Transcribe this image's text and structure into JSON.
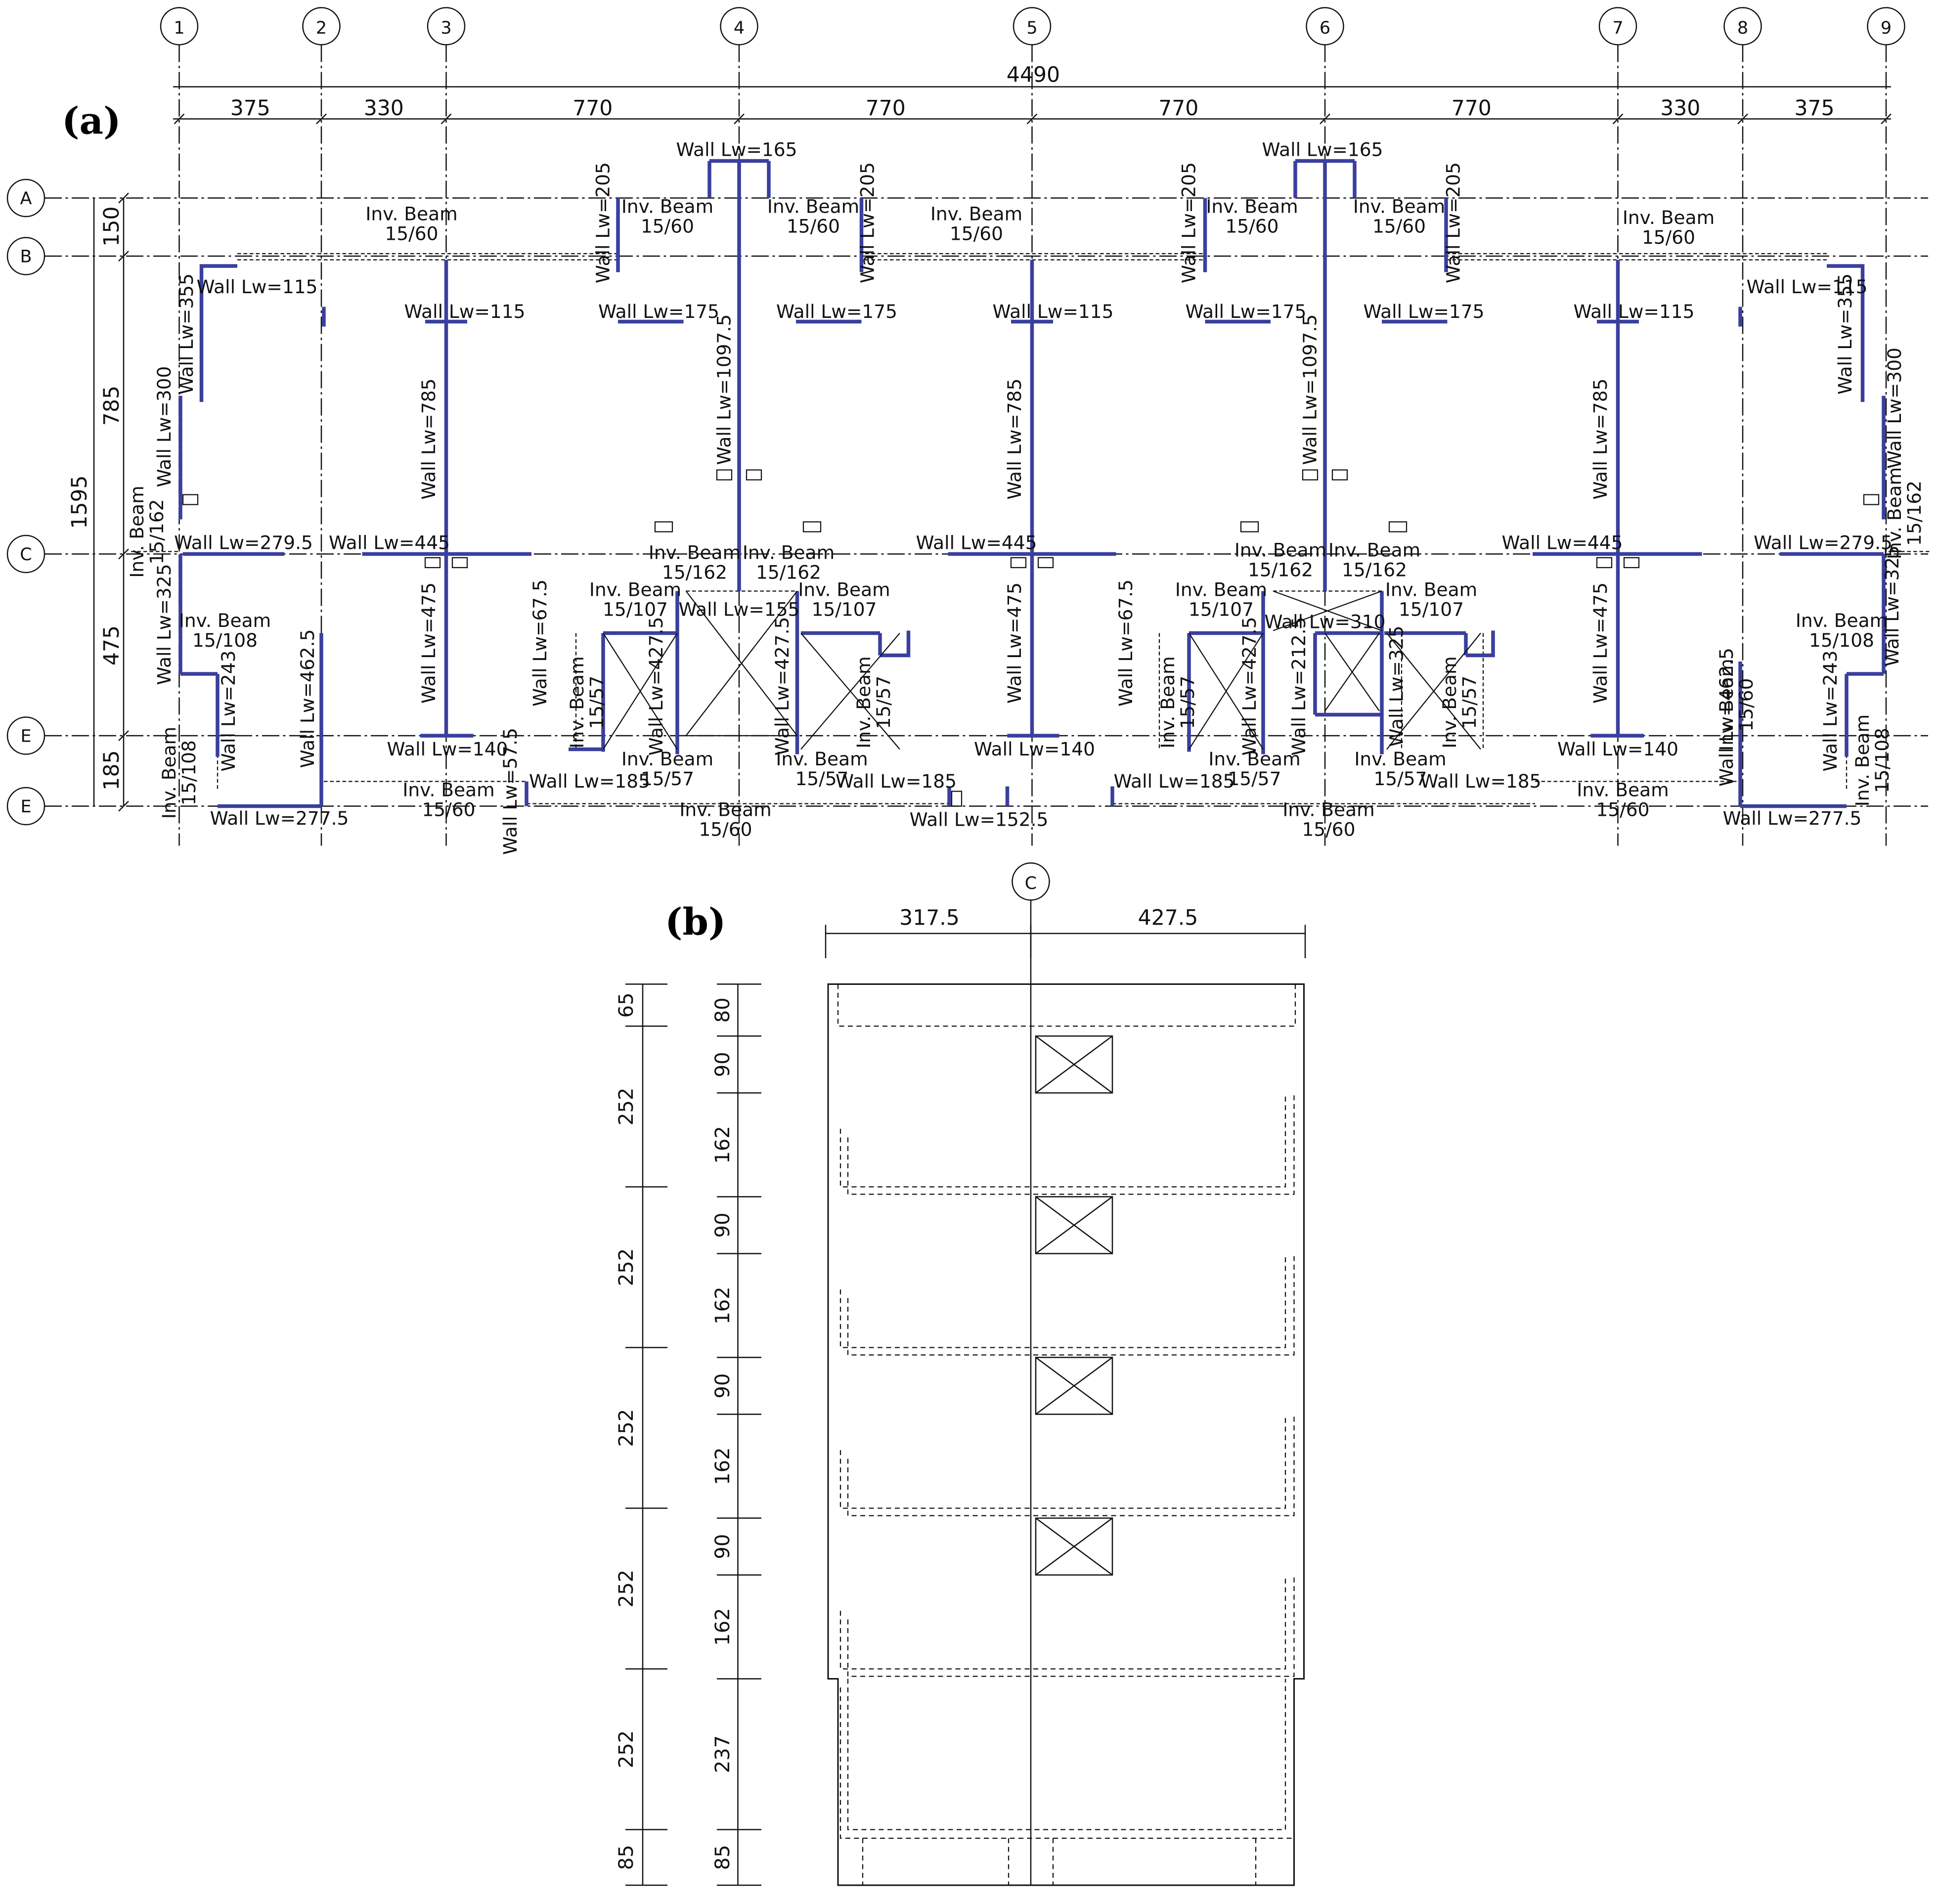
{
  "panel_a": {
    "label": "(a)",
    "total_dimension": "4490",
    "bay_dimensions": [
      "375",
      "330",
      "770",
      "770",
      "770",
      "770",
      "330",
      "375"
    ],
    "column_grid_labels": [
      "1",
      "2",
      "3",
      "4",
      "5",
      "6",
      "7",
      "8",
      "9"
    ],
    "row_grid_labels": [
      "A",
      "B",
      "C",
      "E",
      "E"
    ],
    "left_dimensions": [
      "150",
      "785",
      "475",
      "185"
    ],
    "left_total": "1595",
    "wall_labels": [
      "Wall Lw=165",
      "Wall Lw=165",
      "Wall Lw=115",
      "Wall Lw=115",
      "Wall Lw=115",
      "Wall Lw=115",
      "Wall Lw=115",
      "Wall Lw=175",
      "Wall Lw=175",
      "Wall Lw=175",
      "Wall Lw=175",
      "Wall Lw=205",
      "Wall Lw=205",
      "Wall Lw=205",
      "Wall Lw=205",
      "Wall Lw=355",
      "Wall Lw=355",
      "Wall Lw=300",
      "Wall Lw=300",
      "Wall Lw=785",
      "Wall Lw=785",
      "Wall Lw=785",
      "Wall Lw=1097.5",
      "Wall Lw=1097.5",
      "Wall Lw=279.5",
      "Wall Lw=279.5",
      "Wall Lw=445",
      "Wall Lw=445",
      "Wall Lw=445",
      "Wall Lw=325",
      "Wall Lw=325",
      "Wall Lw=325",
      "Wall Lw=475",
      "Wall Lw=475",
      "Wall Lw=475",
      "Wall Lw=67.5",
      "Wall Lw=67.5",
      "Wall Lw=155",
      "Wall Lw=310",
      "Wall Lw=427.5",
      "Wall Lw=427.5",
      "Wall Lw=427.5",
      "Wall Lw=243",
      "Wall Lw=243",
      "Wall Lw=462.5",
      "Wall Lw=462.5",
      "Wall Lw=212.5",
      "Wall Lw=140",
      "Wall Lw=140",
      "Wall Lw=140",
      "Wall Lw=185",
      "Wall Lw=185",
      "Wall Lw=185",
      "Wall Lw=185",
      "Wall Lw=57.5",
      "Wall Lw=277.5",
      "Wall Lw=277.5",
      "Wall Lw=152.5"
    ],
    "beam_labels": [
      "Inv. Beam 15/60",
      "Inv. Beam 15/60",
      "Inv. Beam 15/60",
      "Inv. Beam 15/60",
      "Inv. Beam 15/60",
      "Inv. Beam 15/60",
      "Inv. Beam 15/60",
      "Inv. Beam 15/60",
      "Inv. Beam 15/60",
      "Inv. Beam 15/60",
      "Inv. Beam 15/60",
      "Inv. Beam 15/60",
      "Inv. Beam 15/162",
      "Inv. Beam 15/162",
      "Inv. Beam 15/162",
      "Inv. Beam 15/162",
      "Inv. Beam 15/162",
      "Inv. Beam 15/162",
      "Inv. Beam 15/107",
      "Inv. Beam 15/107",
      "Inv. Beam 15/107",
      "Inv. Beam 15/107",
      "Inv. Beam 15/108",
      "Inv. Beam 15/108",
      "Inv. Beam 15/108",
      "Inv. Beam 15/108",
      "Inv. Beam 15/57",
      "Inv. Beam 15/57",
      "Inv. Beam 15/57",
      "Inv. Beam 15/57",
      "Inv. Beam 15/57",
      "Inv. Beam 15/57",
      "Inv. Beam 15/57",
      "Inv. Beam 15/57"
    ]
  },
  "panel_b": {
    "label": "(b)",
    "grid_label": "C",
    "top_dimensions": [
      "317.5",
      "427.5"
    ],
    "outer_dimensions": [
      "65",
      "252",
      "252",
      "252",
      "252",
      "252",
      "85"
    ],
    "inner_dimensions": [
      "80",
      "90",
      "162",
      "90",
      "162",
      "90",
      "162",
      "90",
      "162",
      "237",
      "85"
    ]
  },
  "colors": {
    "wall": "#3a3f9e",
    "line": "#111111"
  }
}
